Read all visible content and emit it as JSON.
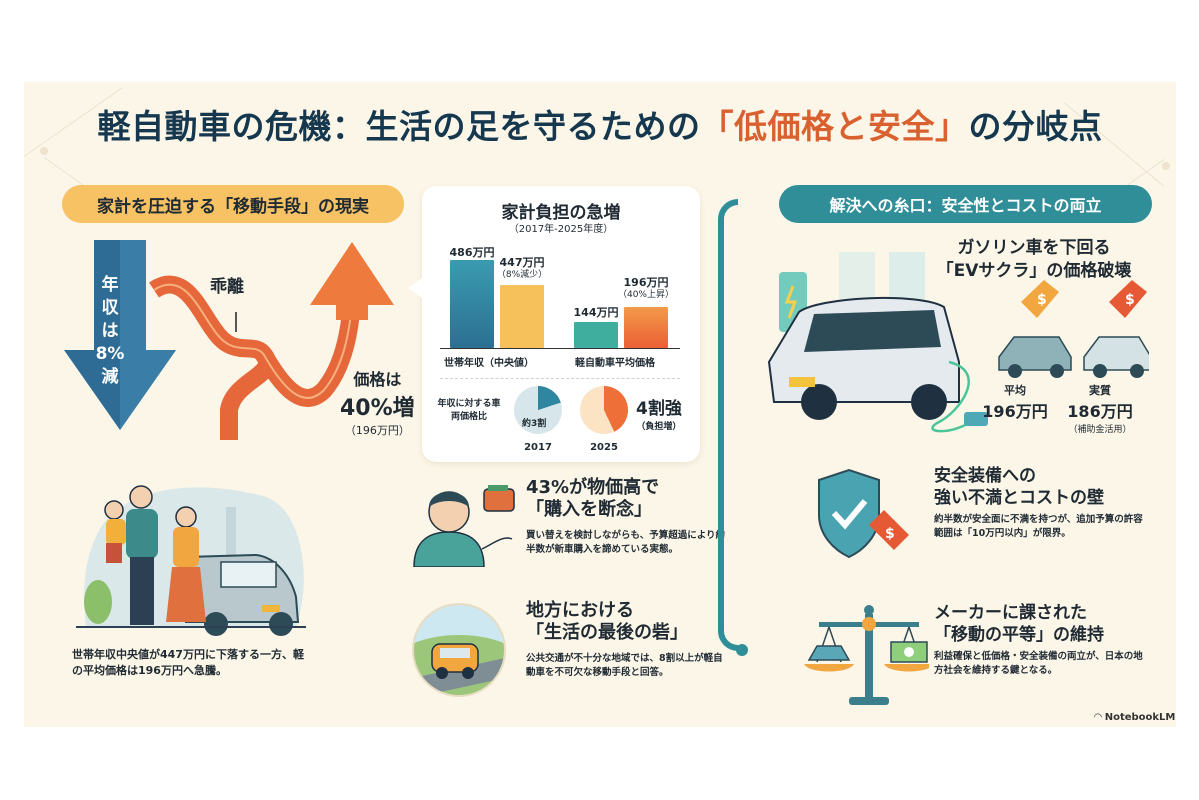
{
  "title": {
    "prefix": "軽自動車の危機：生活の足を守るための",
    "accent": "「低価格と安全」",
    "suffix": "の分岐点"
  },
  "left_section": {
    "header": "家計を圧迫する「移動手段」の現実",
    "arrow_down_label": [
      "年",
      "収",
      "は",
      "8%",
      "減"
    ],
    "divergence_label": "乖離",
    "price_up": {
      "line1": "価格は",
      "line2": "40%増",
      "line3": "（196万円）"
    },
    "caption": "世帯年収中央値が447万円に下落する一方、軽の平均価格は196万円へ急騰。"
  },
  "chart_card": {
    "title": "家計負担の急増",
    "subtitle": "（2017年-2025年度）",
    "ratio_label": "年収に対する車両価格比",
    "pie_2017_label": "約3割",
    "pie_2025_label": "4割強",
    "pie_2025_note": "（負担増）",
    "years": [
      "2017",
      "2025"
    ]
  },
  "chart_data": [
    {
      "type": "bar",
      "title": "家計負担の急増",
      "subtitle": "（2017年-2025年度）",
      "categories": [
        "世帯年収（中央値）",
        "軽自動車平均価格"
      ],
      "series": [
        {
          "name": "2017",
          "values": [
            486,
            144
          ],
          "labels": [
            "486万円",
            "144万円"
          ],
          "colors": [
            "#2f8ea6",
            "#3fae9e"
          ]
        },
        {
          "name": "2025",
          "values": [
            447,
            196
          ],
          "labels": [
            "447万円",
            "196万円"
          ],
          "notes": [
            "（8%減少）",
            "（40%上昇）"
          ],
          "colors": [
            "#f6c05a",
            "#ef6a3a"
          ]
        }
      ],
      "xlabel": "",
      "ylabel": "万円",
      "ylim": [
        0,
        500
      ],
      "grid": false
    },
    {
      "type": "pie",
      "title": "年収に対する車両価格比",
      "categories": [
        "2017",
        "2025"
      ],
      "values": [
        0.3,
        0.43
      ],
      "labels": [
        "約3割",
        "4割強（負担増）"
      ]
    }
  ],
  "mid_items": [
    {
      "heading": [
        "43%が物価高で",
        "「購入を断念」"
      ],
      "body": "買い替えを検討しながらも、予算超過により約半数が新車購入を諦めている実態。"
    },
    {
      "heading": [
        "地方における",
        "「生活の最後の砦」"
      ],
      "body": "公共交通が不十分な地域では、8割以上が軽自動車を不可欠な移動手段と回答。"
    }
  ],
  "right_section": {
    "header": "解決への糸口：安全性とコストの両立",
    "ev_heading": [
      "ガソリン車を下回る",
      "「EVサクラ」の価格破壊"
    ],
    "prices": [
      {
        "label": "平均",
        "value": "196万円",
        "note": ""
      },
      {
        "label": "実質",
        "value": "186万円",
        "note": "（補助金活用）"
      }
    ],
    "items": [
      {
        "heading": [
          "安全装備への",
          "強い不満とコストの壁"
        ],
        "body": "約半数が安全面に不満を持つが、追加予算の許容範囲は「10万円以内」が限界。"
      },
      {
        "heading": [
          "メーカーに課された",
          "「移動の平等」の維持"
        ],
        "body": "利益確保と低価格・安全装備の両立が、日本の地方社会を維持する鍵となる。"
      }
    ]
  },
  "branding": "NotebookLM",
  "colors": {
    "navy": "#16384f",
    "accent_orange": "#d9602f",
    "teal": "#2f8e98",
    "yellow": "#f6c264",
    "background": "#fcf6e8"
  }
}
